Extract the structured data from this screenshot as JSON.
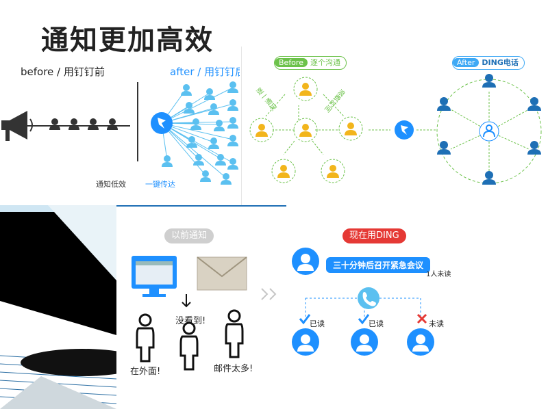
{
  "title": "通知更加高效",
  "top_left": {
    "before_label": "before / 用钉钉前",
    "after_label": "after / 用钉钉后",
    "low_label": "通知低效",
    "one_label": "一键传达"
  },
  "top_right": {
    "before_badge_tag": "Before",
    "before_badge_text": "逐个沟通",
    "after_badge_tag": "After",
    "after_badge_text": "DING电话",
    "arrow_text_1": "逐一通知",
    "arrow_text_2": "浪费时间"
  },
  "bottom": {
    "prev_badge": "以前通知",
    "now_badge": "现在用DING",
    "meeting_text": "三十分钟后召开紧急会议",
    "unread_count": "1人未读",
    "not_seen": "没看到!",
    "outside": "在外面!",
    "too_many": "邮件太多!",
    "read_1": "已读",
    "read_2": "已读",
    "unread": "未读"
  },
  "colors": {
    "blue": "#1e90ff",
    "light_blue": "#5bc0f0",
    "green": "#6cc24a",
    "yellow": "#f2b51c",
    "red": "#e53935"
  }
}
